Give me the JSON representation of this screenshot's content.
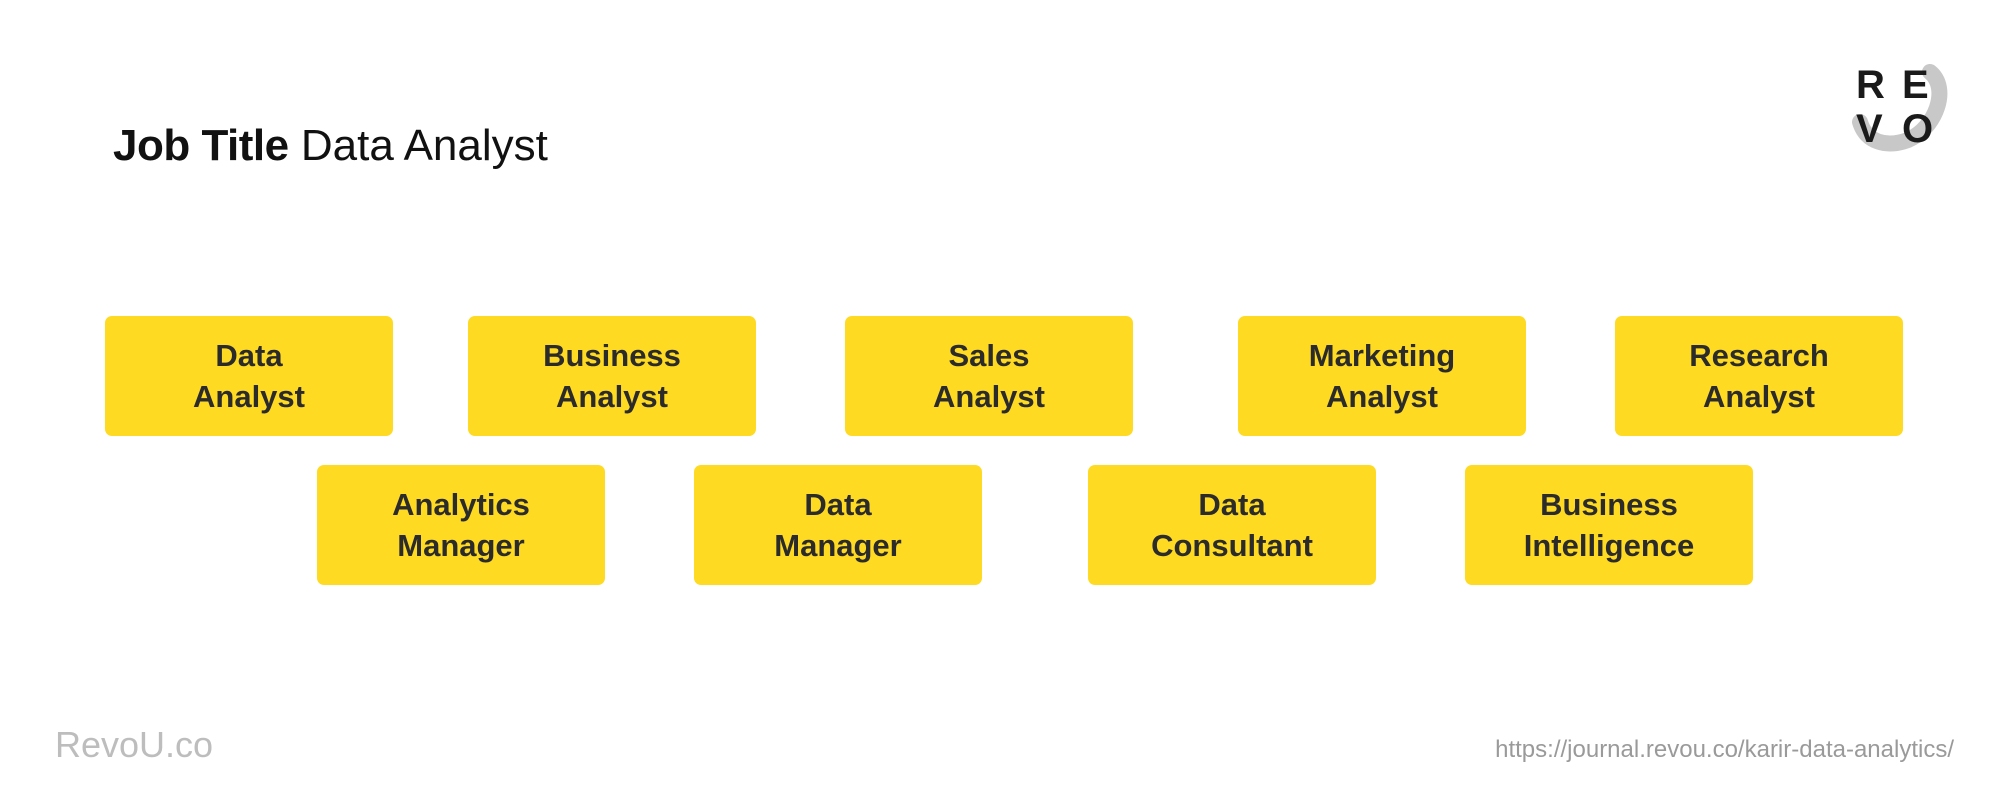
{
  "title": {
    "bold": "Job Title",
    "light": "Data Analyst"
  },
  "logo": {
    "letters": [
      "R",
      "E",
      "V",
      "O"
    ]
  },
  "roles_row1": [
    {
      "label": "Data\nAnalyst"
    },
    {
      "label": "Business\nAnalyst"
    },
    {
      "label": "Sales\nAnalyst"
    },
    {
      "label": "Marketing\nAnalyst"
    },
    {
      "label": "Research\nAnalyst"
    }
  ],
  "roles_row2": [
    {
      "label": "Analytics\nManager"
    },
    {
      "label": "Data\nManager"
    },
    {
      "label": "Data\nConsultant"
    },
    {
      "label": "Business\nIntelligence"
    }
  ],
  "footer": {
    "brand": "RevoU.co",
    "url": "https://journal.revou.co/karir-data-analytics/"
  },
  "colors": {
    "box_fill": "#FFDA22",
    "box_text": "#2b2b2b",
    "footer_brand": "#bdbdbd"
  }
}
